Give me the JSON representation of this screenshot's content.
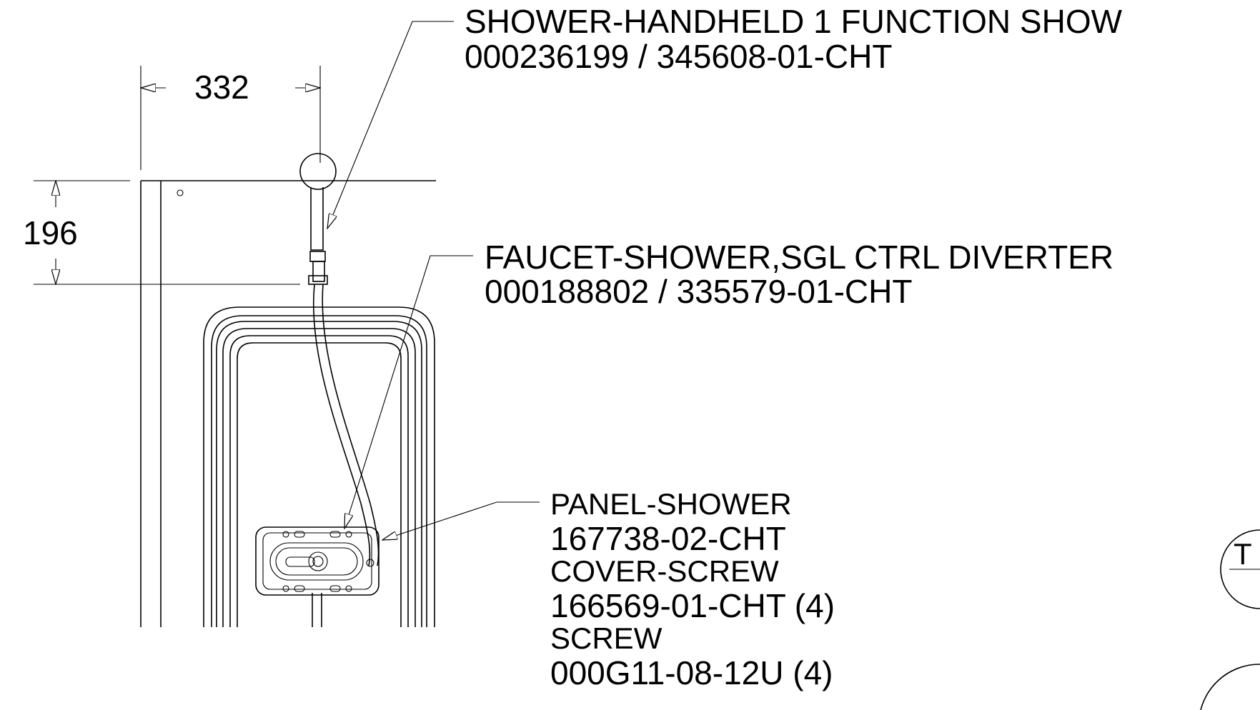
{
  "dimensions": {
    "width_value": "332",
    "height_value": "196"
  },
  "callouts": {
    "handheld": {
      "title": "SHOWER-HANDHELD 1 FUNCTION SHOW",
      "part": "000236199 / 345608-01-CHT"
    },
    "faucet": {
      "title": "FAUCET-SHOWER,SGL CTRL DIVERTER",
      "part": "000188802 / 335579-01-CHT"
    },
    "panel": {
      "title": "PANEL-SHOWER",
      "part": "167738-02-CHT",
      "cover_screw_title": "COVER-SCREW",
      "cover_screw_part": "166569-01-CHT (4)",
      "screw_title": "SCREW",
      "screw_part": "000G11-08-12U (4)"
    }
  },
  "edge_fragment_text": "T"
}
